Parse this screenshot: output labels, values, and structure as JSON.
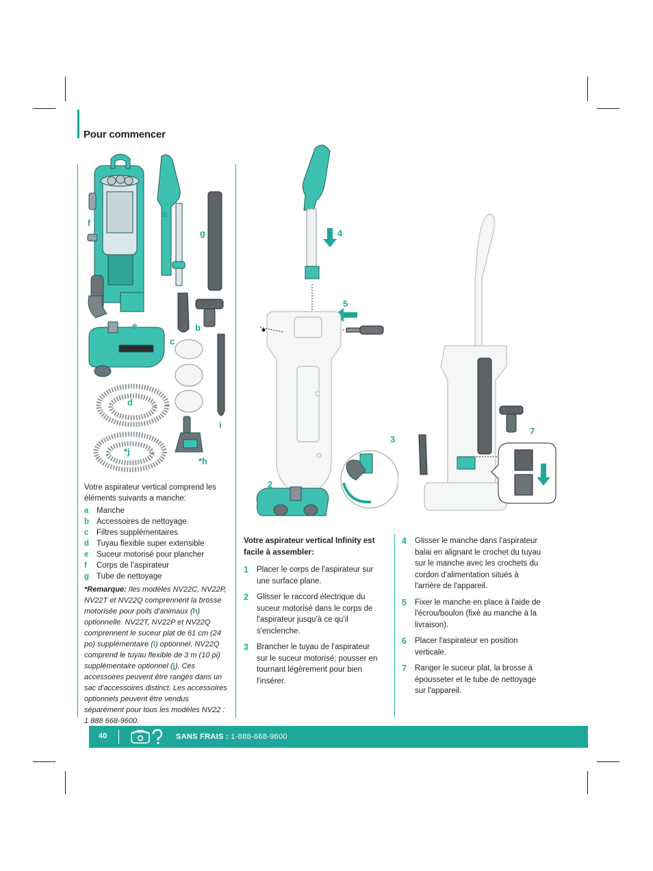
{
  "section_title": "Pour commencer",
  "figure_labels": {
    "a": "a",
    "b": "b",
    "c": "c",
    "d": "d",
    "e": "e",
    "f": "f",
    "g": "g",
    "h": "*h",
    "i": "i",
    "j": "*j",
    "s2": "2",
    "s3": "3",
    "s4": "4",
    "s5": "5",
    "s7": "7"
  },
  "intro": "Votre aspirateur vertical comprend les éléments suivants a manche:",
  "parts": [
    {
      "key": "a",
      "text": "Manche"
    },
    {
      "key": "b",
      "text": "Accessoires de nettoyage"
    },
    {
      "key": "c",
      "text": "Filtres supplémentaires"
    },
    {
      "key": "d",
      "text": "Tuyau flexible super extensible"
    },
    {
      "key": "e",
      "text": "Suceur motorisé pour plancher"
    },
    {
      "key": "f",
      "text": "Corps de l’aspirateur"
    },
    {
      "key": "g",
      "text": "Tube de nettoyage"
    }
  ],
  "note": {
    "label": "*Remarque:",
    "p1": " Iles modèles NV22C, NV22P, NV22T et NV22Q comprennent la brosse motorisée pour poils d'animaux (",
    "h": "h",
    "p2": ") optionnelle. NV22T, NV22P et NV22Q comprennent le suceur plat de 61 cm (24 po) supplémentaire (",
    "i": "i",
    "p3": ") optionnel. NV22Q comprend le tuyau flexible de 3 m (10 pi) supplémentaire optionnel (",
    "j": "j",
    "p4": "). Ces accessoires peuvent être rangés dans un sac d'accessoires distinct. Les accessoires optionnels peuvent être vendus séparément pour tous les modèles NV22 : 1 888 668-9600."
  },
  "assembly": {
    "heading": "Votre aspirateur vertical Infinity est facile à assembler:",
    "steps": [
      {
        "n": "1",
        "text": "Placer le corps de l'aspirateur sur une surface plane."
      },
      {
        "n": "2",
        "text": "Glisser le raccord électrique du suceur motorisé dans le corps de l'aspirateur jusqu'à ce qu'il s'enclenche."
      },
      {
        "n": "3",
        "text": "Brancher le tuyau de l'aspirateur sur le suceur motorisé; pousser en tournant légèrement pour bien l'insérer."
      }
    ]
  },
  "steps_right": [
    {
      "n": "4",
      "text": "Glisser le manche dans l'aspirateur balai en alignant le crochet du tuyau sur le manche avec les crochets du cordon d'alimentation situés à l'arrière de l'appareil."
    },
    {
      "n": "5",
      "text": "Fixer le manche en place à l'aide de l'écrou/boulon (fixé au manche à la livraison)."
    },
    {
      "n": "6",
      "text": "Placer l'aspirateur en position verticale."
    },
    {
      "n": "7",
      "text": "Ranger le suceur plat, la brosse à épousseter et le tube de nettoyage sur l'appareil."
    }
  ],
  "footer": {
    "page": "40",
    "toll_label": "SANS FRAIS :",
    "toll_number": " 1-888-668-9600"
  },
  "icons": [
    "phone-help-icon",
    "arrow-down-icon",
    "arrow-left-icon",
    "screwdriver-icon"
  ],
  "colors": {
    "accent": "#1fa89a",
    "text": "#231f20"
  }
}
